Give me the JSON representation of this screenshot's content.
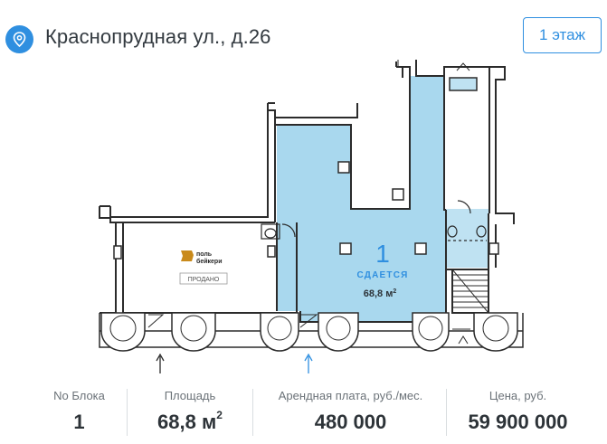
{
  "header": {
    "address": "Краснопрудная ул., д.26",
    "floor_button": "1 этаж"
  },
  "plan": {
    "unit_number": "1",
    "unit_status": "СДАЕТСЯ",
    "unit_area": "68,8 м",
    "unit_area_sup": "2",
    "tenant_logo_text": "поль бейкери",
    "tenant_logo_line1": "поль",
    "tenant_logo_line2": "бейкери",
    "tenant_status": "ПРОДАНО",
    "colors": {
      "rent_fill": "#a9d8ee",
      "accent": "#2f8fe0",
      "wall": "#2b2b2b"
    }
  },
  "stats": [
    {
      "label": "No Блока",
      "value": "1"
    },
    {
      "label": "Площадь",
      "value": "68,8 м",
      "sup": "2"
    },
    {
      "label": "Арендная плата, руб./мес.",
      "value": "480 000"
    },
    {
      "label": "Цена, руб.",
      "value": "59 900 000"
    }
  ]
}
